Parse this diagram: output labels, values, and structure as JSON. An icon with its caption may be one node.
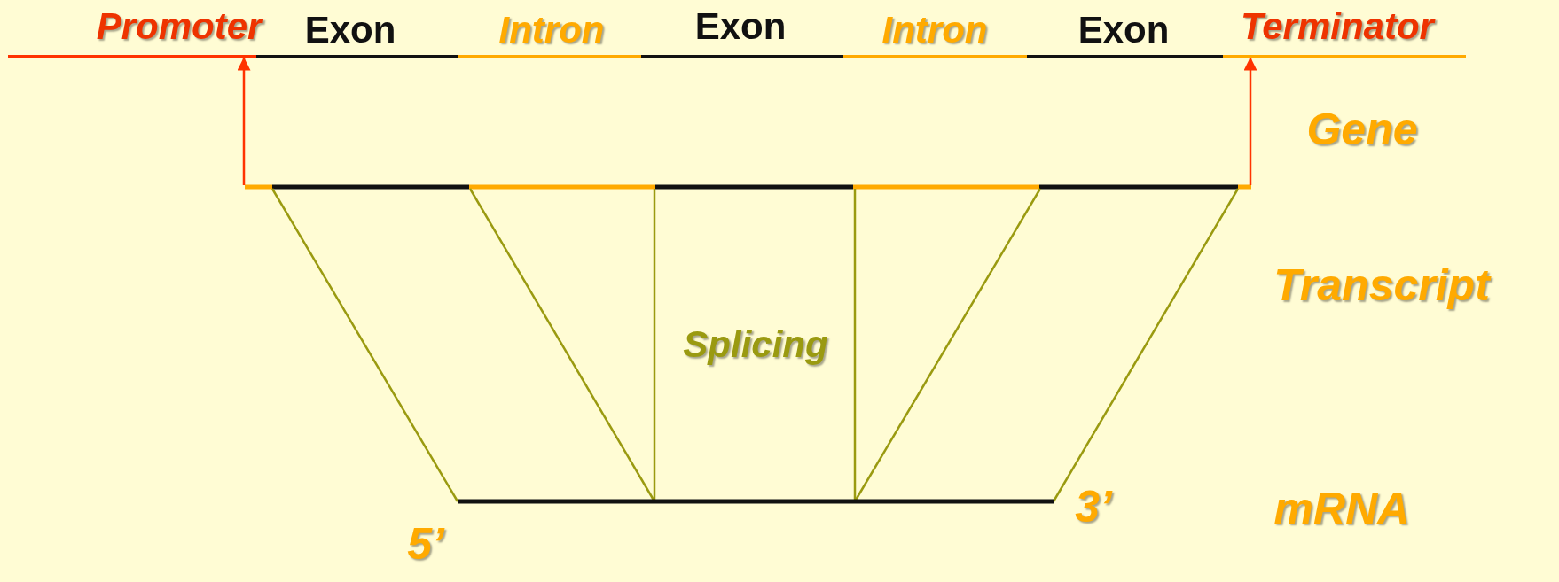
{
  "diagram": {
    "labels": [
      "Promoter",
      "Exon",
      "Intron",
      "Exon",
      "Intron",
      "Exon",
      "Terminator",
      "Gene",
      "Transcript",
      "Splicing",
      "mRNA",
      "5’",
      "3’"
    ]
  }
}
